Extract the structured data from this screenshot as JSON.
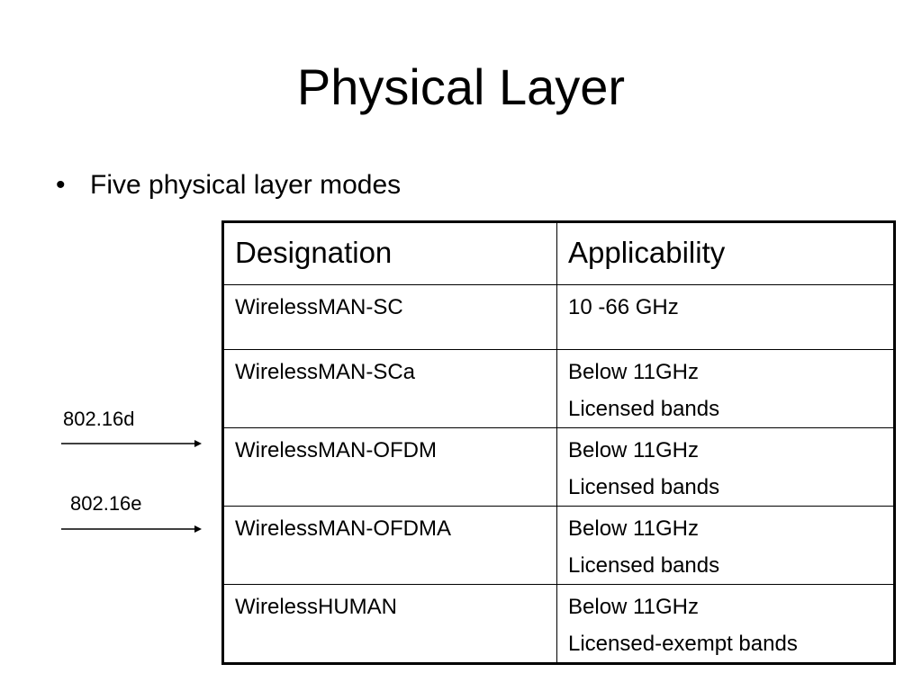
{
  "slide": {
    "title": "Physical Layer",
    "bullet": "Five physical layer modes"
  },
  "table": {
    "headers": [
      "Designation",
      "Applicability"
    ],
    "rows": [
      {
        "designation": "WirelessMAN-SC",
        "applicability": [
          "10 -66 GHz"
        ]
      },
      {
        "designation": "WirelessMAN-SCa",
        "applicability": [
          "Below 11GHz",
          "Licensed bands"
        ]
      },
      {
        "designation": "WirelessMAN-OFDM",
        "applicability": [
          "Below 11GHz",
          "Licensed bands"
        ]
      },
      {
        "designation": "WirelessMAN-OFDMA",
        "applicability": [
          "Below 11GHz",
          "Licensed bands"
        ]
      },
      {
        "designation": "WirelessHUMAN",
        "applicability": [
          "Below 11GHz",
          "Licensed-exempt bands"
        ]
      }
    ]
  },
  "annotations": [
    {
      "label": "802.16d",
      "points_to": "WirelessMAN-OFDM"
    },
    {
      "label": "802.16e",
      "points_to": "WirelessMAN-OFDMA"
    }
  ],
  "colors": {
    "background": "#ffffff",
    "text": "#000000",
    "border": "#000000"
  }
}
